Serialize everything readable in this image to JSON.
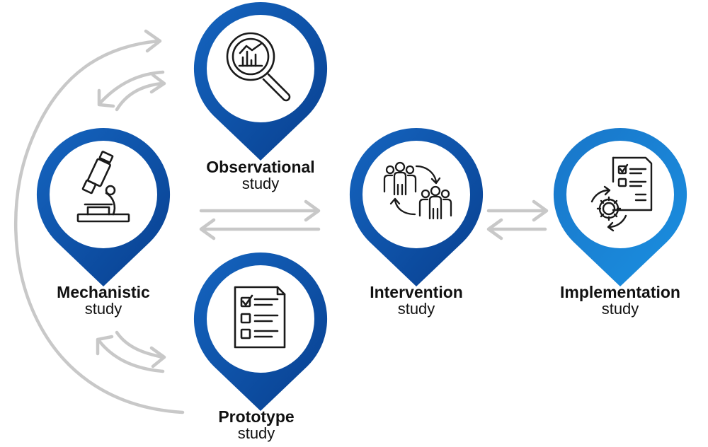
{
  "colors": {
    "pin_dark": "#0a4aa0",
    "pin_mid": "#1f6fc4",
    "pin_light": "#1e88d9",
    "arrow": "#c8c8c8",
    "icon_stroke": "#1a1a1a"
  },
  "nodes": {
    "observational": {
      "name": "Observational",
      "sub": "study",
      "icon": "magnifier-chart-icon"
    },
    "mechanistic": {
      "name": "Mechanistic",
      "sub": "study",
      "icon": "microscope-icon"
    },
    "prototype": {
      "name": "Prototype",
      "sub": "study",
      "icon": "checklist-icon"
    },
    "intervention": {
      "name": "Intervention",
      "sub": "study",
      "icon": "group-exchange-icon"
    },
    "implementation": {
      "name": "Implementation",
      "sub": "study",
      "icon": "document-gear-icon"
    }
  }
}
